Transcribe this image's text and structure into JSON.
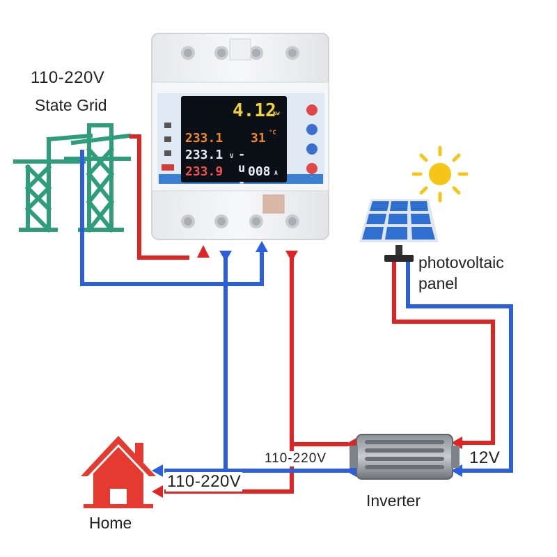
{
  "labels": {
    "grid_voltage": "110-220V",
    "grid_name": "State Grid",
    "pv_line1": "photovoltaic",
    "pv_line2": "panel",
    "inverter_ac": "110-220V",
    "inverter_dc": "12V",
    "inverter": "Inverter",
    "home_voltage": "110-220V",
    "home": "Home"
  },
  "meter": {
    "header_text": "",
    "readings": {
      "power": "4.12",
      "power_unit": "kw",
      "voltage1": "233.1",
      "temperature": "31",
      "temp_unit": "°C",
      "voltage2": "233.1",
      "voltage2_unit": "V",
      "status": "- u -",
      "voltage3": "233.9",
      "current": "008",
      "current_unit": "A"
    }
  },
  "colors": {
    "live_wire": "#e02424",
    "neutral_wire": "#2b5fe0",
    "tower": "#2e9e7a",
    "home": "#e53a2f",
    "sun": "#f5c518",
    "panel": "#2f6fd0",
    "lcd_yellow": "#f0d23a",
    "lcd_orange": "#f08a24",
    "lcd_white": "#e8eef8",
    "lcd_red": "#f05050"
  },
  "icons": [
    "transmission-tower-icon",
    "sun-icon",
    "solar-panel-icon",
    "house-icon",
    "inverter-icon",
    "energy-meter-icon"
  ]
}
